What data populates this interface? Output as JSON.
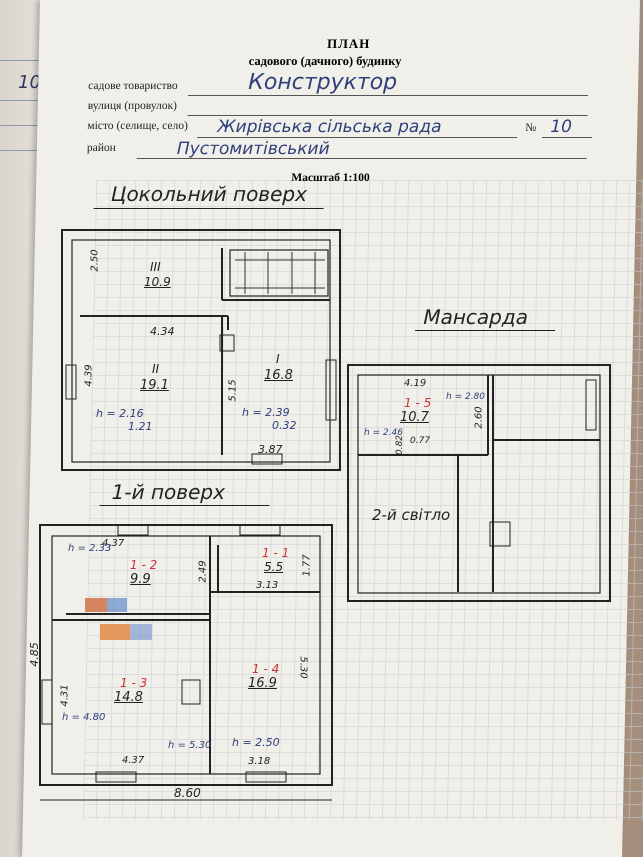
{
  "header": {
    "title": "ПЛАН",
    "subtitle": "садового (дачного) будинку",
    "scale": "Масштаб 1:100"
  },
  "fields": {
    "society_label": "садове товариство",
    "society_value": "Конструктор",
    "street_label": "вулиця (провулок)",
    "city_label": "місто (селище, село)",
    "city_value": "Жирівська сільська рада",
    "number_label": "№",
    "number_value": "10",
    "district_label": "район",
    "district_value": "Пустомитівський"
  },
  "side_number": "10",
  "basement": {
    "heading": "Цокольний поверх",
    "dim_top_left": "2.50",
    "dim_mid": "4.34",
    "dim_left": "4.39",
    "dim_center": "5.15",
    "dim_bottom": "3.87",
    "room_iii_num": "III",
    "room_iii_area": "10.9",
    "room_ii_num": "II",
    "room_ii_area": "19.1",
    "room_ii_h": "h = 2.16",
    "room_ii_h2": "1.21",
    "room_i_num": "I",
    "room_i_area": "16.8",
    "room_i_h": "h = 2.39",
    "room_i_h2": "0.32"
  },
  "attic": {
    "heading": "Мансарда",
    "dim_top": "4.19",
    "h_top": "h = 2.80",
    "dim_side": "2.60",
    "h_left": "h = 2.46",
    "dim_small": "0.77",
    "dim_tiny": "0.82",
    "room_num": "1 - 5",
    "room_area": "10.7",
    "second_light": "2-й світло"
  },
  "first_floor": {
    "heading": "1-й поверх",
    "dim_top": "4.37",
    "h_top": "h = 2.33",
    "dim_249": "2.49",
    "room12_num": "1 - 2",
    "room12_area": "9.9",
    "room11_num": "1 - 1",
    "room11_area": "5.5",
    "dim_side_11": "1.77",
    "dim_313": "3.13",
    "dim_outer_left": "4.85",
    "dim_inner_left": "4.31",
    "room13_num": "1 - 3",
    "room13_area": "14.8",
    "h_left": "h = 4.80",
    "dim_530": "5.30",
    "room14_num": "1 - 4",
    "room14_area": "16.9",
    "h_right": "h = 2.50",
    "dim_bottom_left": "4.37",
    "h_bottom": "h = 5.30",
    "dim_bottom_right": "3.18",
    "dim_total": "8.60"
  }
}
